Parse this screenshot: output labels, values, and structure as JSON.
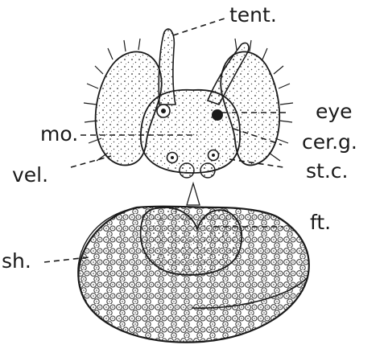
{
  "labels": {
    "tentacle": "tent.",
    "eye": "eye",
    "mouth": "mo.",
    "cerebral_ganglion": "cer.g.",
    "velum": "vel.",
    "statocyst": "st.c.",
    "foot": "ft.",
    "shell": "sh."
  },
  "colors": {
    "ink": "#1a1a1a",
    "background": "#ffffff"
  }
}
